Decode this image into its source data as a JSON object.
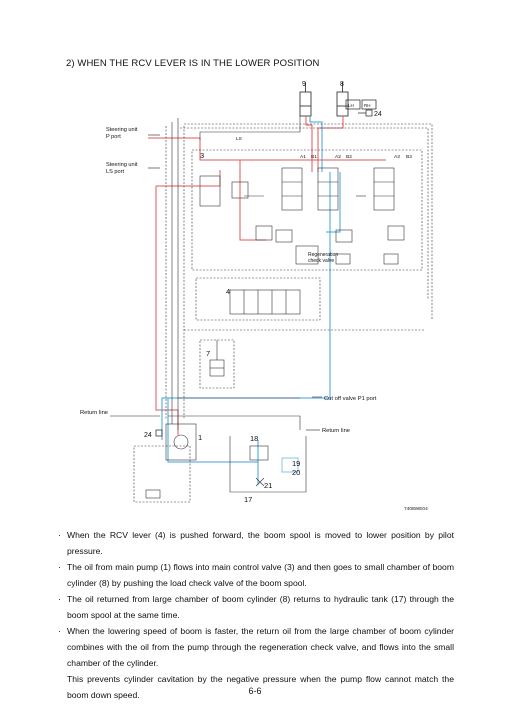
{
  "heading": "2) WHEN THE RCV LEVER IS IN THE LOWER POSITION",
  "diagram": {
    "labels": {
      "n9": "9",
      "n8": "8",
      "n24_top": "24",
      "lh": "LH",
      "rh": "RH",
      "steering_p": "Steering unit\nP port",
      "steering_ls": "Steering unit\nLS port",
      "n3": "3",
      "ls": "LS",
      "a1": "A1",
      "b1": "B1",
      "a2": "A2",
      "b2": "B2",
      "a3": "A3",
      "b3": "B3",
      "regen": "Regeneration\ncheck valve",
      "n4": "4",
      "n7": "7",
      "cutoff": "Cut off valve P1 port",
      "return_left": "Return line",
      "return_right": "Return line",
      "n24_bottom": "24",
      "n1": "1",
      "n18": "18",
      "n19": "19",
      "n20": "20",
      "n21": "21",
      "n17": "17",
      "code": "7408WE04"
    }
  },
  "bullets": [
    "When the RCV lever (4) is pushed forward, the boom spool is moved to lower position by pilot pressure.",
    "The oil from main pump (1) flows into main control valve (3) and then goes to small chamber of boom cylinder (8) by pushing the load check valve of the boom spool.",
    "The oil returned from large chamber of boom cylinder (8) returns to hydraulic tank (17) through the boom spool at the same time.",
    "When the lowering speed of boom is faster, the return oil from the large chamber of boom cylinder combines with the oil from the pump through the regeneration check valve, and flows into the small chamber of the cylinder."
  ],
  "note": "This prevents cylinder cavitation by the negative pressure when the pump flow cannot match the boom down speed.",
  "bullet_mark": "·",
  "page_number": "6-6",
  "colors": {
    "pressure": "#e05a5a",
    "return": "#3fa0d8",
    "pilot": "#222222",
    "drain": "#555555"
  }
}
